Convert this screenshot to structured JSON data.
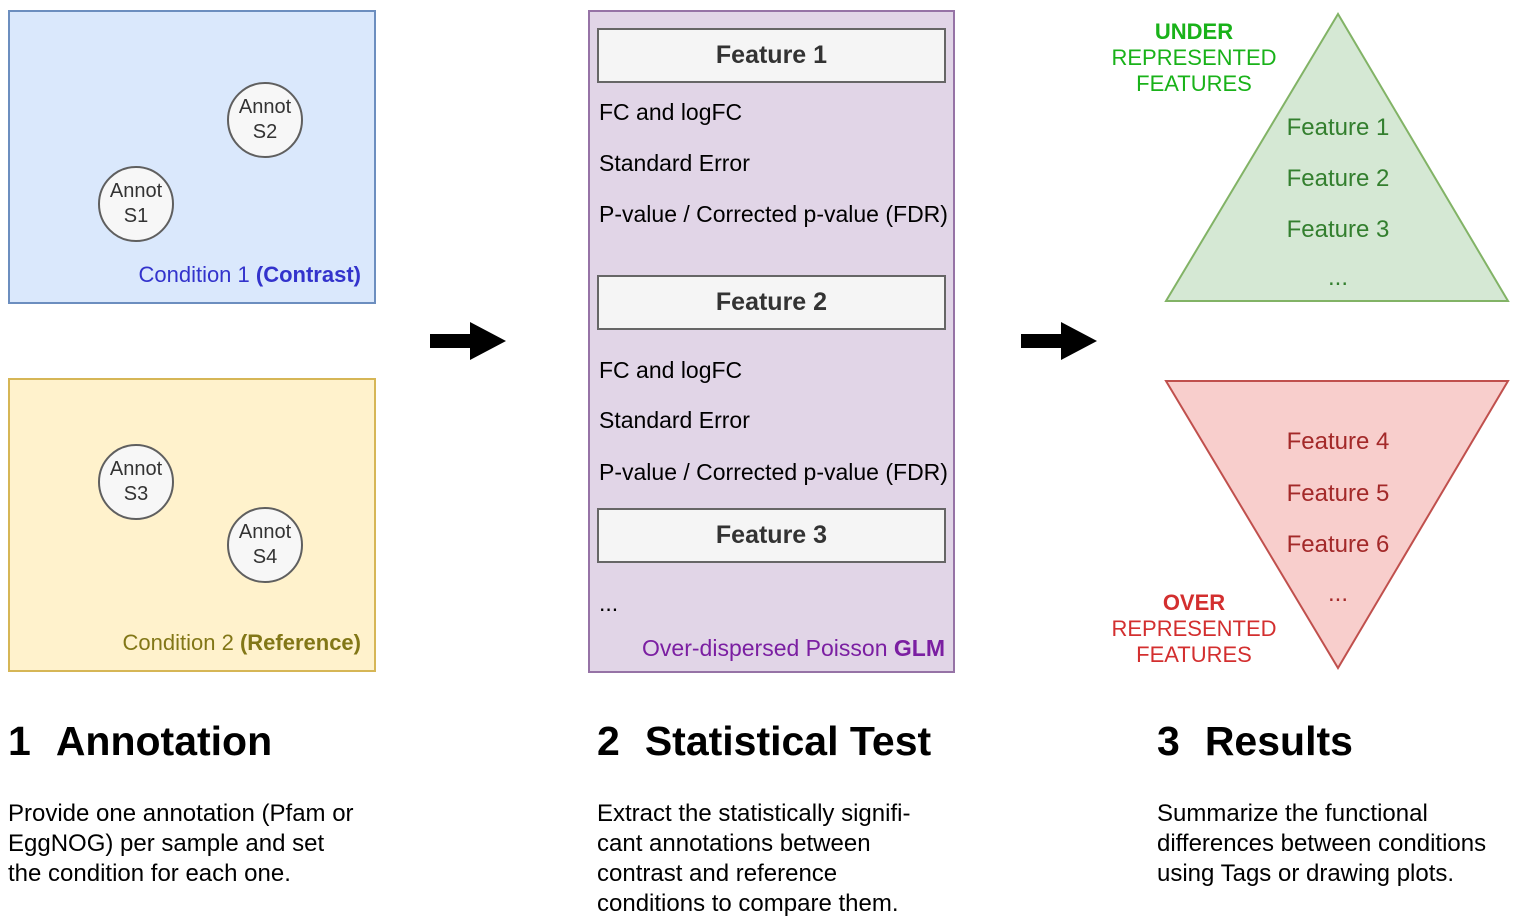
{
  "colors": {
    "condition1_box_fill": "#dae8fc",
    "condition1_box_border": "#6c8ebf",
    "condition1_text": "#3333cc",
    "condition2_box_fill": "#fff2cc",
    "condition2_box_border": "#d6b656",
    "condition2_text": "#827717",
    "sample_circle_fill": "#f7f7f7",
    "sample_circle_border": "#5f5f5f",
    "stat_box_fill": "#e1d5e7",
    "stat_box_border": "#9673a6",
    "stat_footer_text": "#7b1fa2",
    "feature_header_fill": "#f5f5f5",
    "feature_header_border": "#666666",
    "under_label_text": "#19b219",
    "under_triangle_fill": "#d5e8d4",
    "under_triangle_border": "#82b366",
    "under_feature_text": "#337f2e",
    "over_label_text": "#d32f2f",
    "over_triangle_fill": "#f8cecc",
    "over_triangle_border": "#c0504d",
    "over_feature_text": "#a32929",
    "arrow": "#000000"
  },
  "step1": {
    "heading_number": "1",
    "heading": "Annotation",
    "description": "Provide one annotation (Pfam or\nEggNOG) per sample and set\nthe condition for each one.",
    "condition1": {
      "label": "Condition 1 ",
      "label_bold": "(Contrast)",
      "samples": [
        {
          "line1": "Annot",
          "line2": "S1"
        },
        {
          "line1": "Annot",
          "line2": "S2"
        }
      ]
    },
    "condition2": {
      "label": "Condition 2 ",
      "label_bold": "(Reference)",
      "samples": [
        {
          "line1": "Annot",
          "line2": "S3"
        },
        {
          "line1": "Annot",
          "line2": "S4"
        }
      ]
    }
  },
  "step2": {
    "heading_number": "2",
    "heading": "Statistical Test",
    "description": "Extract the statistically signifi-\ncant annotations between\ncontrast and reference\nconditions to compare them.",
    "features": [
      {
        "title": "Feature 1",
        "stats": [
          "FC and logFC",
          "Standard Error",
          "P-value / Corrected p-value (FDR)"
        ]
      },
      {
        "title": "Feature 2",
        "stats": [
          "FC and logFC",
          "Standard Error",
          "P-value / Corrected p-value (FDR)"
        ]
      },
      {
        "title": "Feature 3",
        "stats": []
      }
    ],
    "ellipsis": "...",
    "footer": "Over-dispersed Poisson ",
    "footer_bold": "GLM"
  },
  "step3": {
    "heading_number": "3",
    "heading": "Results",
    "description": "Summarize the functional\ndifferences between conditions\nusing Tags or drawing plots.",
    "under": {
      "label_bold": "UNDER",
      "label_rest": "REPRESENTED\nFEATURES",
      "features": [
        "Feature 1",
        "Feature 2",
        "Feature 3",
        "..."
      ]
    },
    "over": {
      "label_bold": "OVER",
      "label_rest": "REPRESENTED\nFEATURES",
      "features": [
        "Feature 4",
        "Feature 5",
        "Feature 6",
        "..."
      ]
    }
  }
}
